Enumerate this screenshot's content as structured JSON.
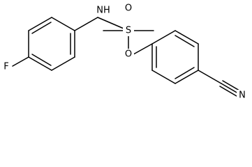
{
  "molecule": {
    "atoms": {
      "fluorine": "F",
      "amine": "NH",
      "sulfur": "S",
      "oxygen_top": "O",
      "oxygen_bottom": "O",
      "nitrile_nitrogen": "N"
    }
  },
  "colors": {
    "bond": "#000000",
    "background": "#ffffff"
  }
}
